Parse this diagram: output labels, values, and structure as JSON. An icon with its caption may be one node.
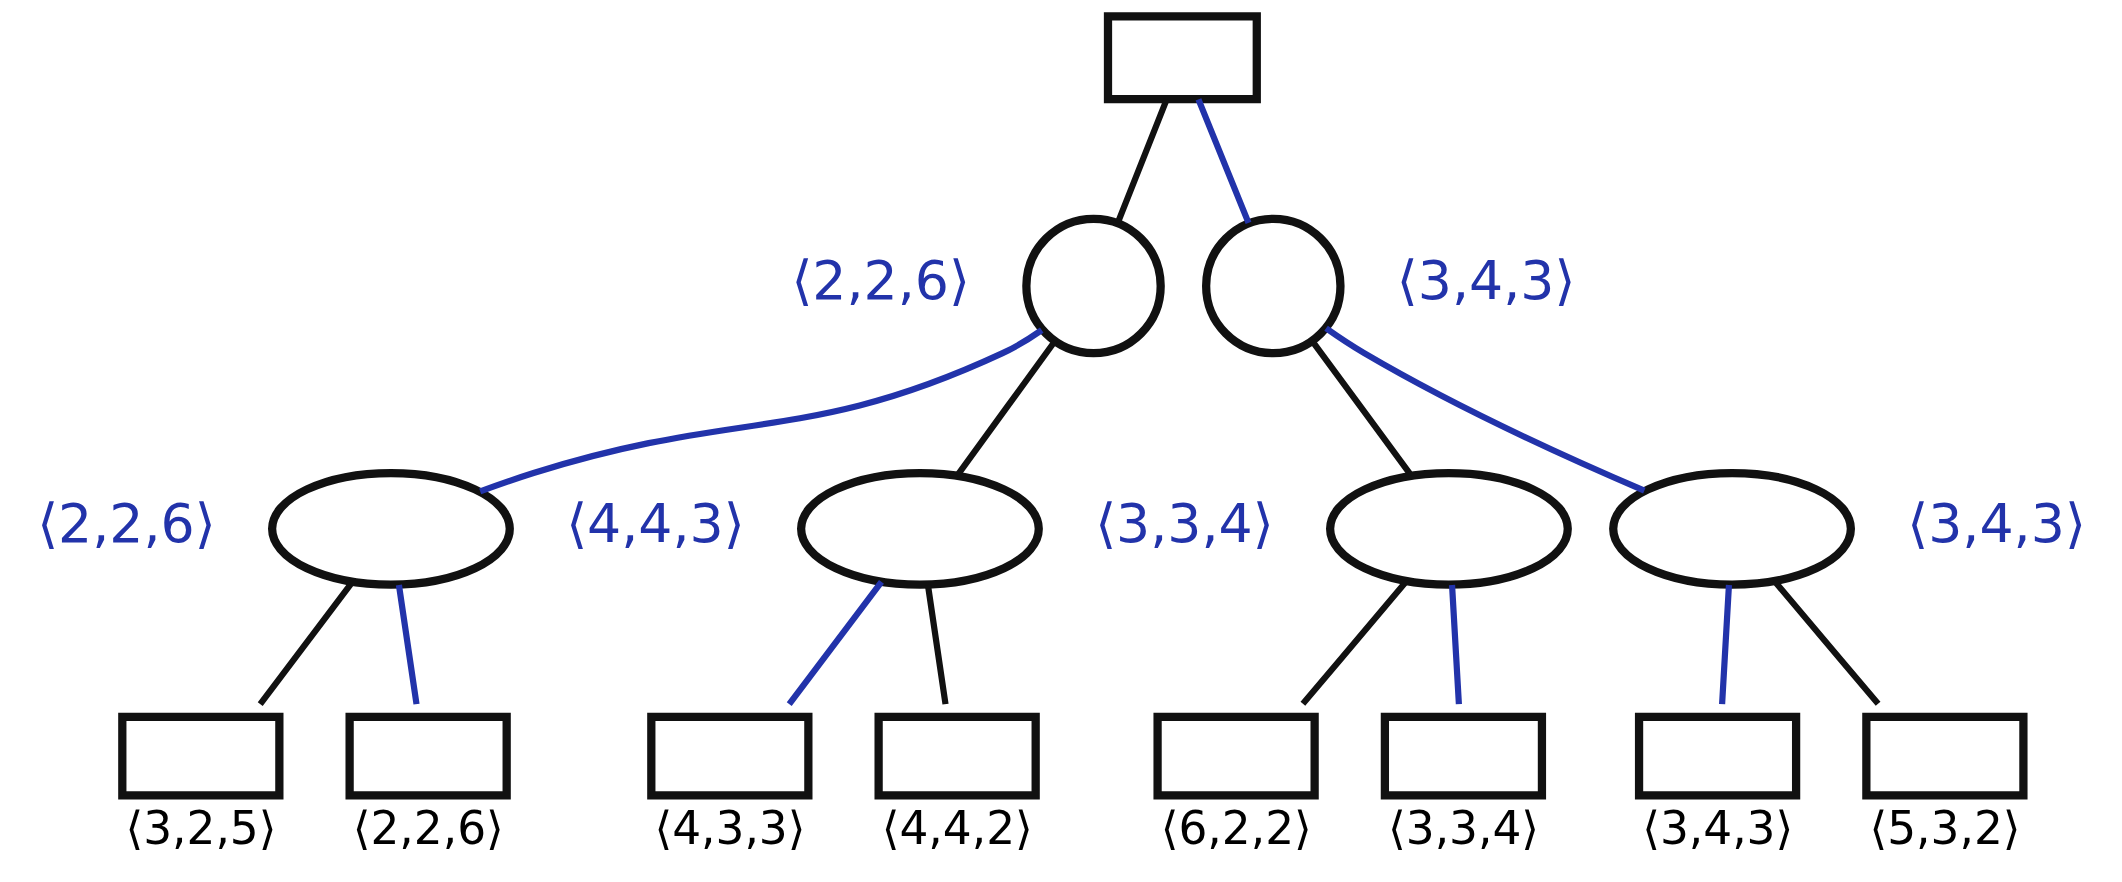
{
  "diagram": {
    "nodes": [
      {
        "text": [],
        "shape": "box"
      },
      {
        "text": [],
        "shape": "circle",
        "beside": [
          "⟨2,2,6⟩"
        ]
      },
      {
        "text": [],
        "shape": "circle",
        "beside": [
          "⟨3,4,3⟩"
        ]
      },
      {
        "text": [],
        "shape": "ellipse",
        "beside": [
          "⟨2,2,6⟩"
        ]
      },
      {
        "text": [],
        "shape": "ellipse",
        "beside": [
          "⟨4,4,3⟩"
        ]
      },
      {
        "text": [],
        "shape": "ellipse",
        "beside": [
          "⟨3,3,4⟩"
        ]
      },
      {
        "text": [],
        "shape": "ellipse",
        "beside": [
          "⟨3,4,3⟩"
        ]
      },
      {
        "text": [],
        "shape": "box",
        "beside": [
          "⟨3,2,5⟩"
        ]
      },
      {
        "text": [],
        "shape": "box",
        "beside": [
          "⟨2,2,6⟩"
        ]
      },
      {
        "text": [],
        "shape": "box",
        "beside": [
          "⟨4,3,3⟩"
        ]
      },
      {
        "text": [],
        "shape": "box",
        "beside": [
          "⟨4,4,2⟩"
        ]
      },
      {
        "text": [],
        "shape": "box",
        "beside": [
          "⟨6,2,2⟩"
        ]
      },
      {
        "text": [],
        "shape": "box",
        "beside": [
          "⟨3,3,4⟩"
        ]
      },
      {
        "text": [],
        "shape": "box",
        "beside": [
          "⟨3,4,3⟩"
        ]
      },
      {
        "text": [],
        "shape": "box",
        "beside": [
          "⟨5,3,2⟩"
        ]
      }
    ],
    "edges": [
      {
        "from": 0,
        "to": 1,
        "arrow": "none"
      },
      {
        "from": 0,
        "to": 2,
        "arrow": "none",
        "color": "#2233aa"
      },
      {
        "from": 1,
        "to": 3,
        "arrow": "none",
        "color": "#2233aa"
      },
      {
        "from": 1,
        "to": 4,
        "arrow": "none"
      },
      {
        "from": 2,
        "to": 5,
        "arrow": "none"
      },
      {
        "from": 2,
        "to": 6,
        "arrow": "none",
        "color": "#2233aa"
      },
      {
        "from": 3,
        "to": 7,
        "arrow": "none"
      },
      {
        "from": 3,
        "to": 8,
        "arrow": "none",
        "color": "#2233aa"
      },
      {
        "from": 4,
        "to": 9,
        "arrow": "none",
        "color": "#2233aa"
      },
      {
        "from": 4,
        "to": 10,
        "arrow": "none"
      },
      {
        "from": 5,
        "to": 11,
        "arrow": "none"
      },
      {
        "from": 5,
        "to": 12,
        "arrow": "none",
        "color": "#2233aa"
      },
      {
        "from": 6,
        "to": 13,
        "arrow": "none",
        "color": "#2233aa"
      },
      {
        "from": 6,
        "to": 14,
        "arrow": "none"
      }
    ]
  }
}
